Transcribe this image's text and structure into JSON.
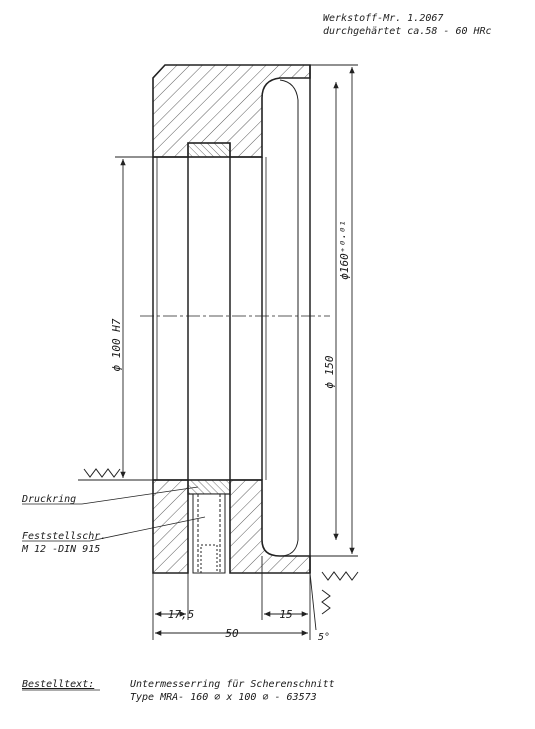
{
  "material": {
    "line1": "Werkstoff-Mr. 1.2067",
    "line2": "durchgehärtet ca.58 - 60 HRc"
  },
  "dimensions": {
    "bore": "ϕ 100 H7",
    "outer_tol": "ϕ160⁺⁰·⁰¹",
    "outer": "ϕ 150",
    "width_17_5": "17,5",
    "width_15": "15",
    "width_50": "50",
    "angle": "5°"
  },
  "parts": {
    "druckring": "Druckring",
    "feststell_line1": "Feststellschr.",
    "feststell_line2": "M 12 -DIN 915"
  },
  "order": {
    "label": "Bestelltext:",
    "line1": "Untermesserring für Scherenschnitt",
    "line2": "Type MRA- 160 ∅ x 100 ∅ - 63573"
  }
}
